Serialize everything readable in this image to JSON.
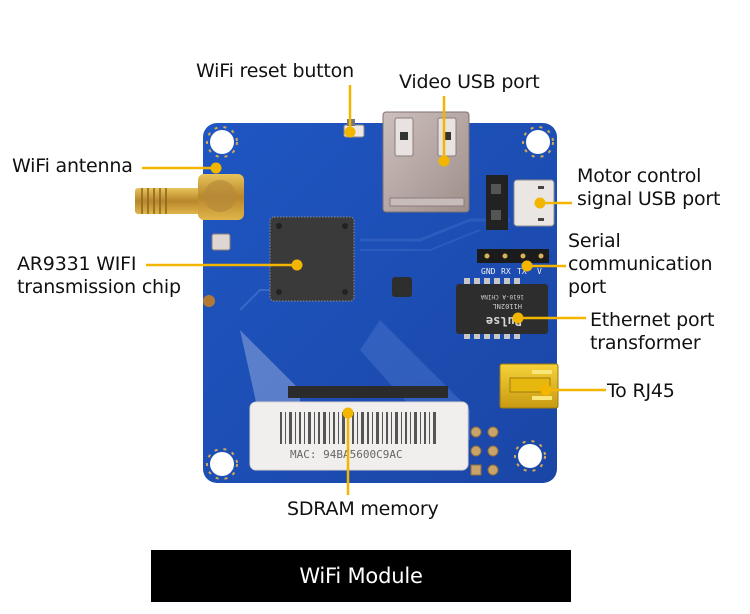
{
  "figure": {
    "title": "WiFi Module",
    "accent_color": "#f2b600",
    "board_color": "#1d4fb5"
  },
  "callouts": [
    {
      "id": "wifi-reset-button",
      "lines": [
        "WiFi reset button"
      ]
    },
    {
      "id": "video-usb-port",
      "lines": [
        "Video USB port"
      ]
    },
    {
      "id": "wifi-antenna",
      "lines": [
        "WiFi antenna"
      ]
    },
    {
      "id": "motor-control-usb",
      "lines": [
        "Motor control",
        "signal USB port"
      ]
    },
    {
      "id": "ar9331-chip",
      "lines": [
        "AR9331 WIFI",
        "transmission chip"
      ]
    },
    {
      "id": "serial-port",
      "lines": [
        "Serial",
        "communication",
        "port"
      ]
    },
    {
      "id": "ethernet-transformer",
      "lines": [
        "Ethernet port",
        "transformer"
      ]
    },
    {
      "id": "to-rj45",
      "lines": [
        "To RJ45"
      ]
    },
    {
      "id": "sdram-memory",
      "lines": [
        "SDRAM memory"
      ]
    }
  ],
  "board": {
    "mac_label": "MAC: 94BA5600C9AC",
    "serial_pins": [
      "GND",
      "RX",
      "TX",
      "V"
    ],
    "transformer_brand": "Pulse",
    "transformer_model": "H1102NL",
    "transformer_origin": "1610-A CHINA"
  }
}
